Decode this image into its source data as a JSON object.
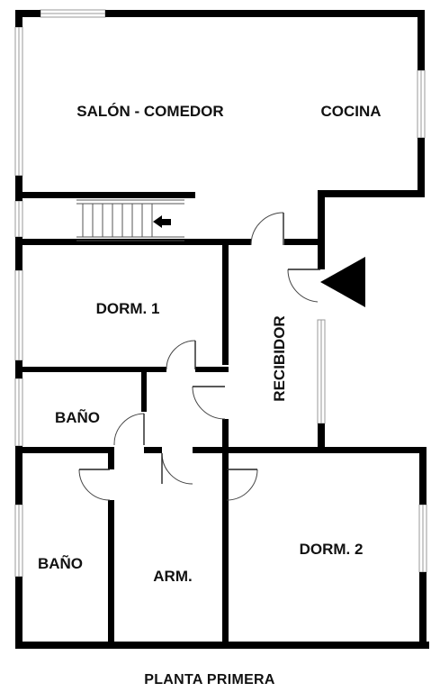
{
  "plan": {
    "rooms": [
      {
        "id": "salon",
        "label": "SALÓN - COMEDOR"
      },
      {
        "id": "cocina",
        "label": "COCINA"
      },
      {
        "id": "dorm1",
        "label": "DORM. 1"
      },
      {
        "id": "recibidor",
        "label": "RECIBIDOR"
      },
      {
        "id": "bano1",
        "label": "BAÑO"
      },
      {
        "id": "bano2",
        "label": "BAÑO"
      },
      {
        "id": "arm",
        "label": "ARM."
      },
      {
        "id": "dorm2",
        "label": "DORM. 2"
      }
    ],
    "caption": "PLANTA PRIMERA",
    "entrance_icon": "entrance-arrow-icon",
    "stair_direction_icon": "stair-arrow-icon"
  }
}
